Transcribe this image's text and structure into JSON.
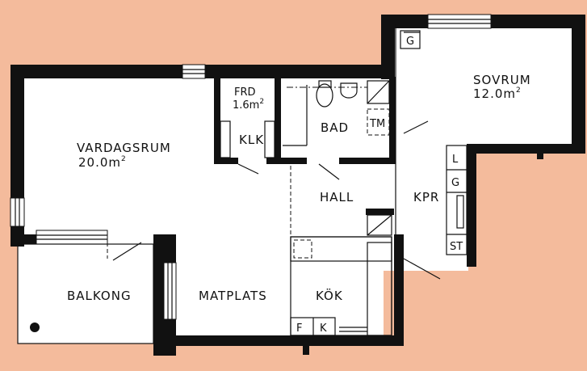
{
  "rooms": {
    "vardagsrum": {
      "name": "VARDAGSRUM",
      "area": "20.0m",
      "unit_sup": "2"
    },
    "frd": {
      "name": "FRD",
      "area": "1.6m",
      "unit_sup": "2"
    },
    "klk": {
      "name": "KLK"
    },
    "bad": {
      "name": "BAD"
    },
    "tm": {
      "name": "TM"
    },
    "sovrum": {
      "name": "SOVRUM",
      "area": "12.0m",
      "unit_sup": "2"
    },
    "hall": {
      "name": "HALL"
    },
    "kpr": {
      "name": "KPR"
    },
    "balkong": {
      "name": "BALKONG"
    },
    "matplats": {
      "name": "MATPLATS"
    },
    "kok": {
      "name": "KÖK"
    }
  },
  "fixtures": {
    "g_sovrum": "G",
    "l": "L",
    "g_kpr": "G",
    "st": "ST",
    "f": "F",
    "k": "K"
  },
  "colors": {
    "background": "#f4bb9c",
    "floor": "#ffffff",
    "wall": "#111111"
  }
}
